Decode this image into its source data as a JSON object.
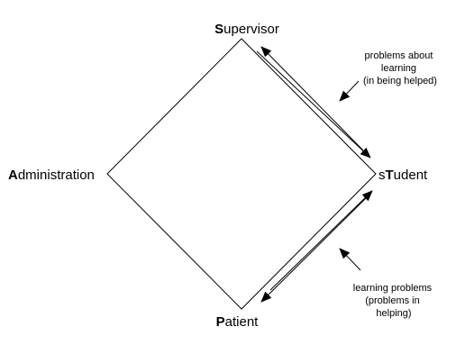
{
  "nodes": {
    "supervisor": {
      "initial": "S",
      "rest": "upervisor"
    },
    "administration": {
      "initial": "A",
      "rest": "dministration"
    },
    "student": {
      "pre": "s",
      "initial": "T",
      "rest": "udent"
    },
    "patient": {
      "initial": "P",
      "rest": "atient"
    }
  },
  "annotations": {
    "top": [
      "problems about",
      "learning",
      "(in being helped)"
    ],
    "bottom": [
      "learning problems",
      "(problems in",
      "helping)"
    ]
  },
  "colors": {
    "line": "#000000",
    "text": "#000000",
    "background": "#ffffff"
  }
}
